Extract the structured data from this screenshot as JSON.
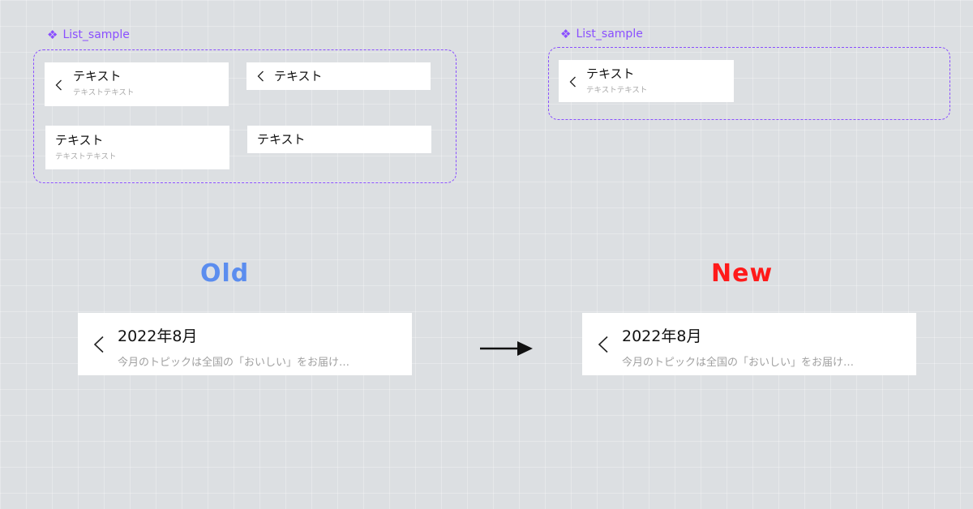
{
  "component_name": "List_sample",
  "sample_title": "テキスト",
  "sample_subtitle": "テキストテキスト",
  "old_label": "Old",
  "new_label": "New",
  "colors": {
    "accent": "#8a4fff",
    "old": "#5b8def",
    "new": "#ff1a1a",
    "background": "#dcdfe2"
  },
  "list_item": {
    "title": "2022年8月",
    "subtitle": "今月のトピックは全国の「おいしい」をお届け…"
  },
  "icons": [
    "component-diamond-icon",
    "chevron-left-icon",
    "arrow-right-icon"
  ]
}
